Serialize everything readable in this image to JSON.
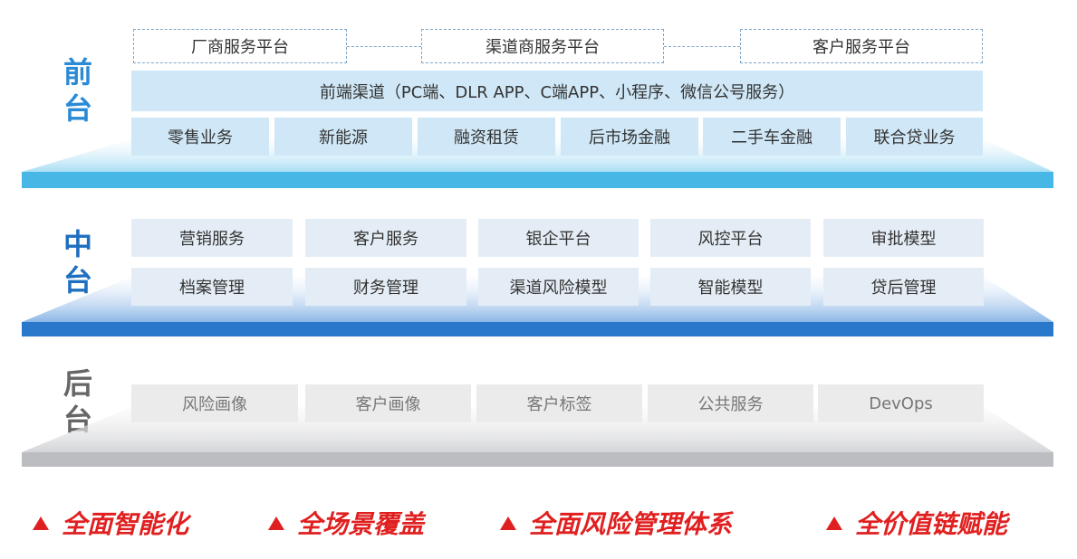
{
  "layers": {
    "front": {
      "label_chars": [
        "前",
        "台"
      ],
      "platforms": [
        "厂商服务平台",
        "渠道商服务平台",
        "客户服务平台"
      ],
      "channel": "前端渠道（PC端、DLR APP、C端APP、小程序、微信公号服务）",
      "businesses": [
        "零售业务",
        "新能源",
        "融资租赁",
        "后市场金融",
        "二手车金融",
        "联合贷业务"
      ]
    },
    "middle": {
      "label_chars": [
        "中",
        "台"
      ],
      "row1": [
        "营销服务",
        "客户服务",
        "银企平台",
        "风控平台",
        "审批模型"
      ],
      "row2": [
        "档案管理",
        "财务管理",
        "渠道风险模型",
        "智能模型",
        "贷后管理"
      ]
    },
    "back": {
      "label_chars": [
        "后",
        "台"
      ],
      "items": [
        "风险画像",
        "客户画像",
        "客户标签",
        "公共服务",
        "DevOps"
      ]
    }
  },
  "slogans": [
    "全面智能化",
    "全场景覆盖",
    "全面风险管理体系",
    "全价值链赋能"
  ],
  "colors": {
    "front_label": "#2a8ad6",
    "middle_label": "#1f6fc0",
    "back_label": "#666666",
    "slogan": "#e02020"
  }
}
